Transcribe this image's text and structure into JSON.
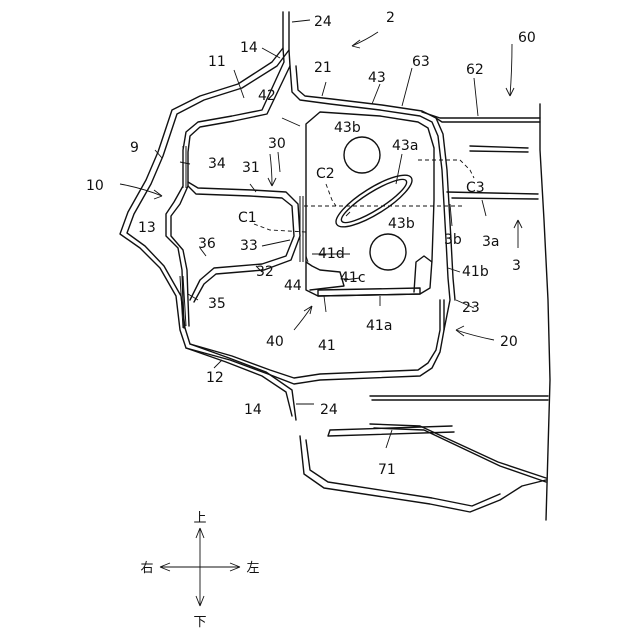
{
  "labels": {
    "n2": "2",
    "n3": "3",
    "n3a": "3a",
    "n3b": "3b",
    "n9": "9",
    "n10": "10",
    "n11": "11",
    "n12": "12",
    "n13": "13",
    "n14_top": "14",
    "n14_bot": "14",
    "n20": "20",
    "n21": "21",
    "n23": "23",
    "n24_top": "24",
    "n24_bot": "24",
    "n30": "30",
    "n31": "31",
    "n32": "32",
    "n33": "33",
    "n34": "34",
    "n35": "35",
    "n36": "36",
    "n40": "40",
    "n41": "41",
    "n41a": "41a",
    "n41b": "41b",
    "n41c": "41c",
    "n41d": "41d",
    "n42": "42",
    "n43": "43",
    "n43a": "43a",
    "n43b_top": "43b",
    "n43b_bot": "43b",
    "n44": "44",
    "n60": "60",
    "n62": "62",
    "n63": "63",
    "n71": "71",
    "c1": "C1",
    "c2": "C2",
    "c3": "C3"
  },
  "compass": {
    "up": "上",
    "down": "下",
    "left": "右",
    "right": "左"
  }
}
